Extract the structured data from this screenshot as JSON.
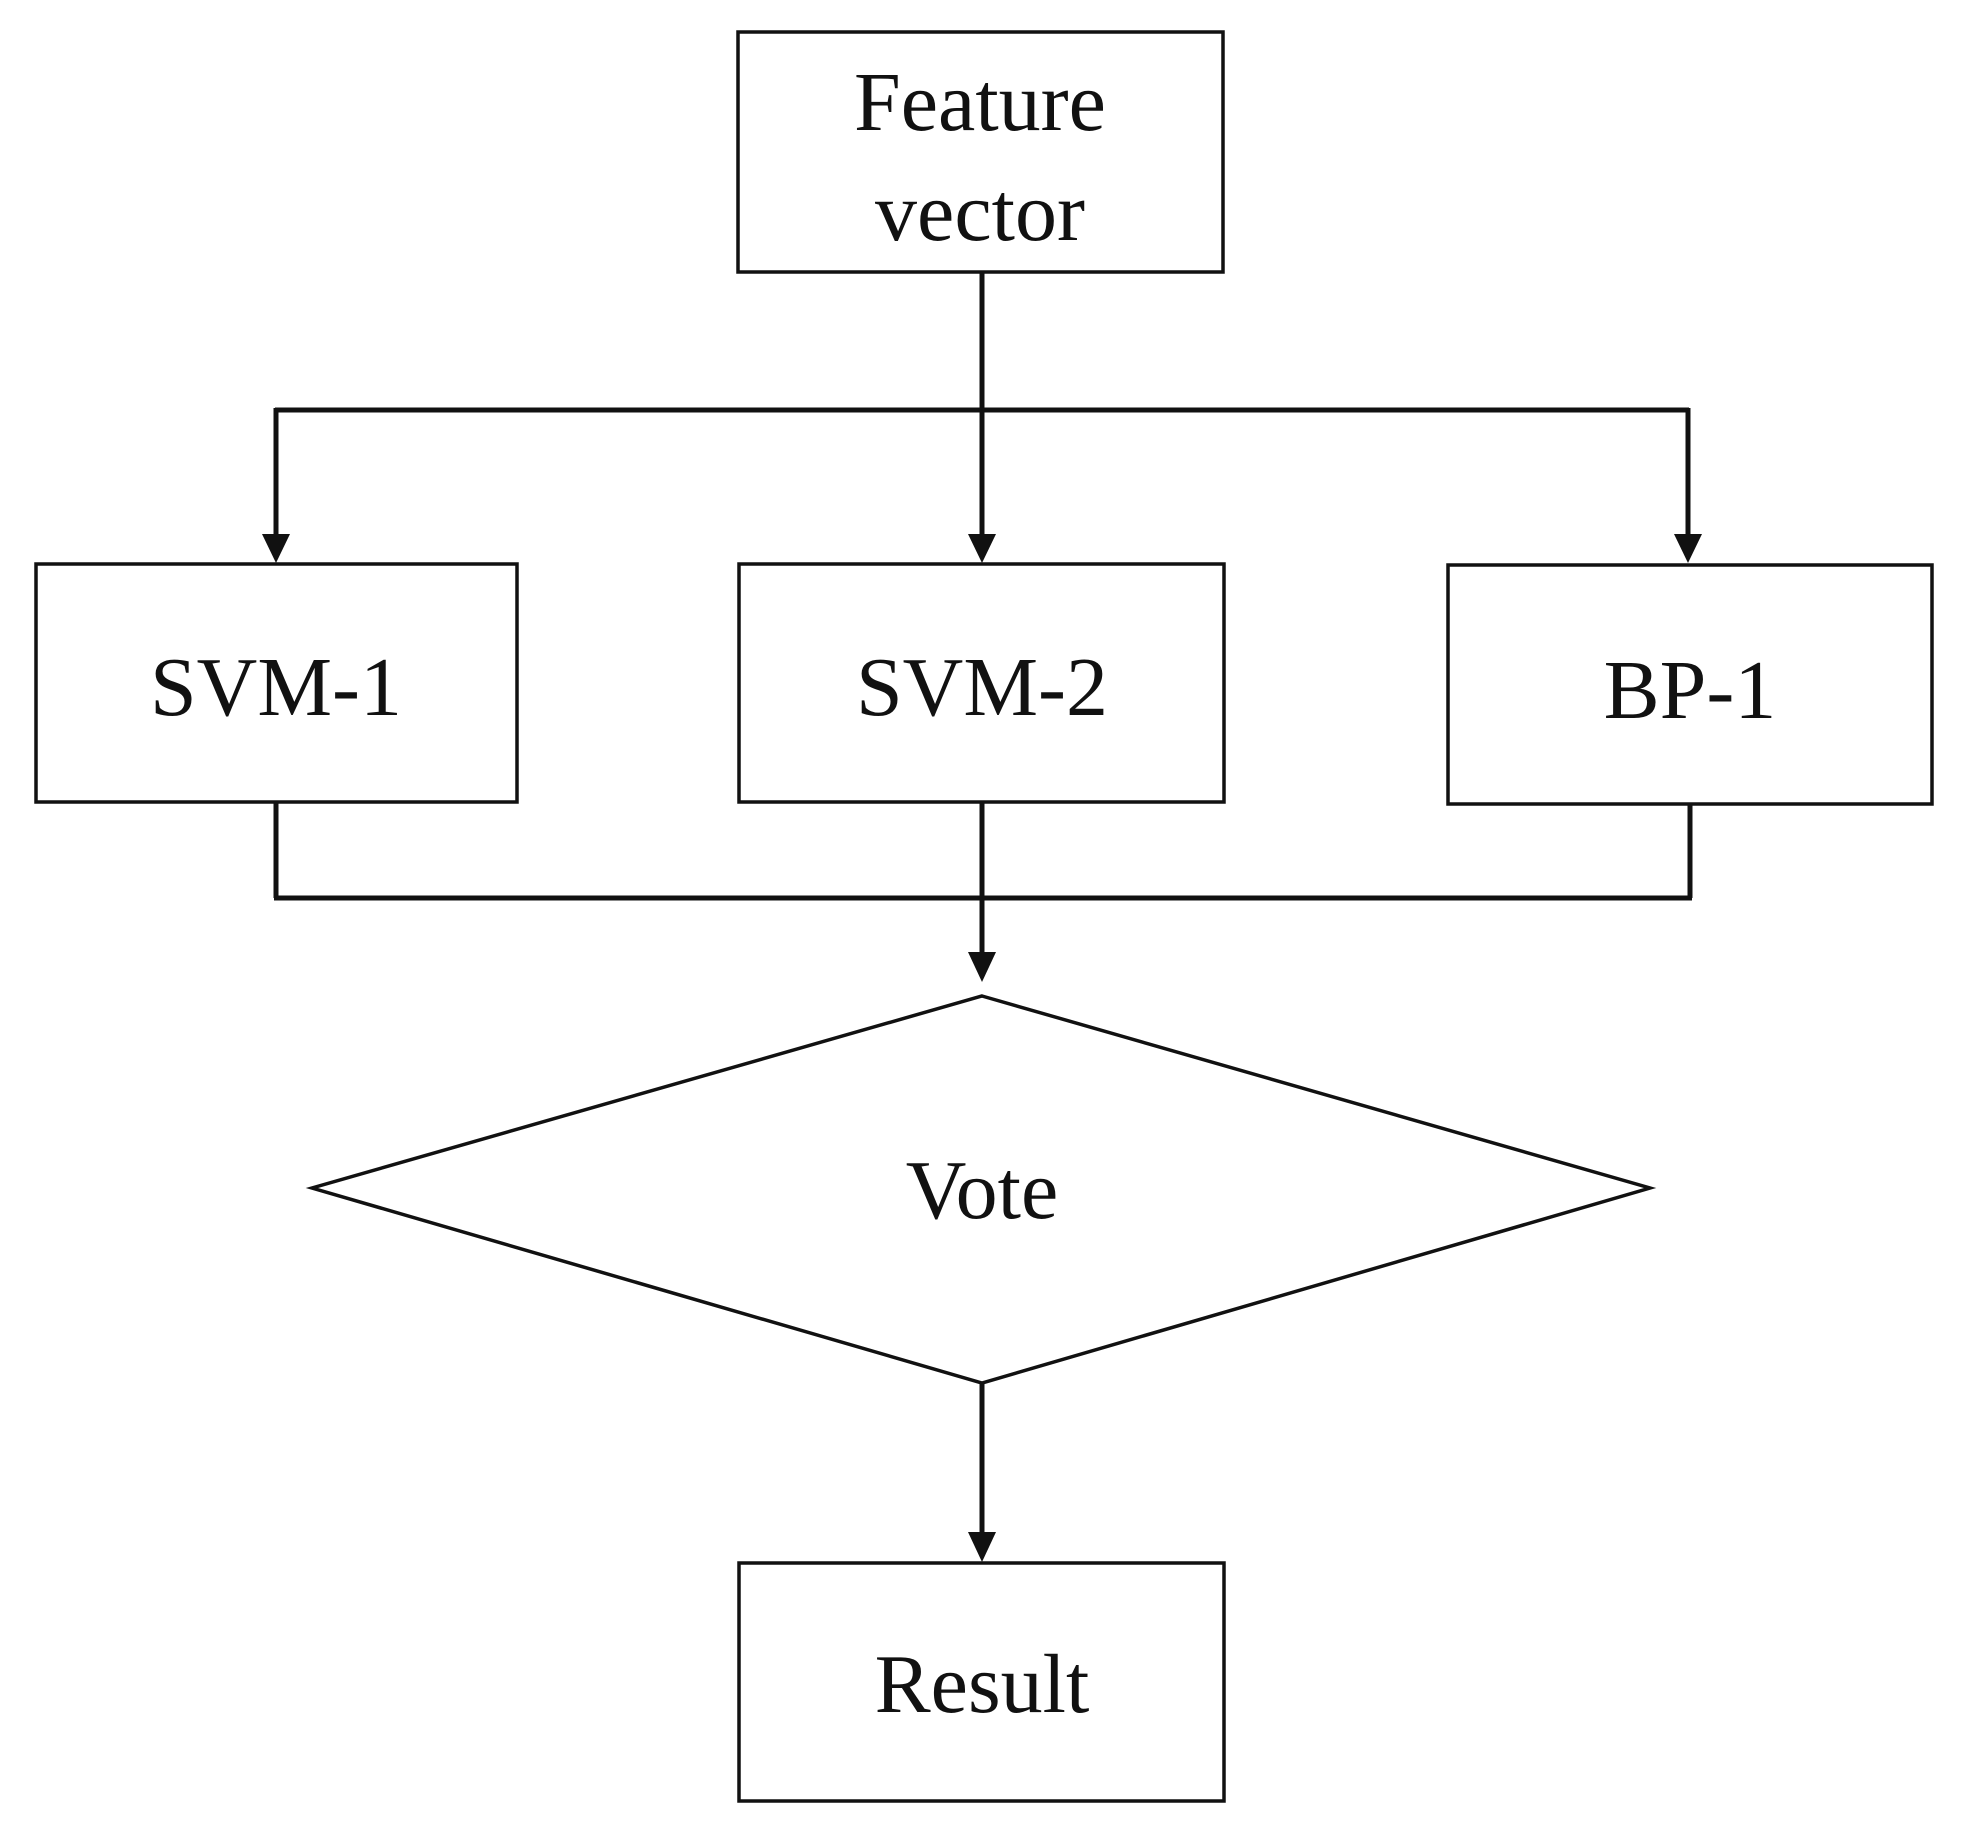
{
  "diagram": {
    "nodes": {
      "feature_vector": {
        "line1": "Feature",
        "line2": "vector"
      },
      "svm1": {
        "label": "SVM-1"
      },
      "svm2": {
        "label": "SVM-2"
      },
      "bp1": {
        "label": "BP-1"
      },
      "vote": {
        "label": "Vote"
      },
      "result": {
        "label": "Result"
      }
    },
    "edges": [
      {
        "from": "feature_vector",
        "to": "svm1"
      },
      {
        "from": "feature_vector",
        "to": "svm2"
      },
      {
        "from": "feature_vector",
        "to": "bp1"
      },
      {
        "from": "svm1",
        "to": "vote"
      },
      {
        "from": "svm2",
        "to": "vote"
      },
      {
        "from": "bp1",
        "to": "vote"
      },
      {
        "from": "vote",
        "to": "result"
      }
    ]
  }
}
